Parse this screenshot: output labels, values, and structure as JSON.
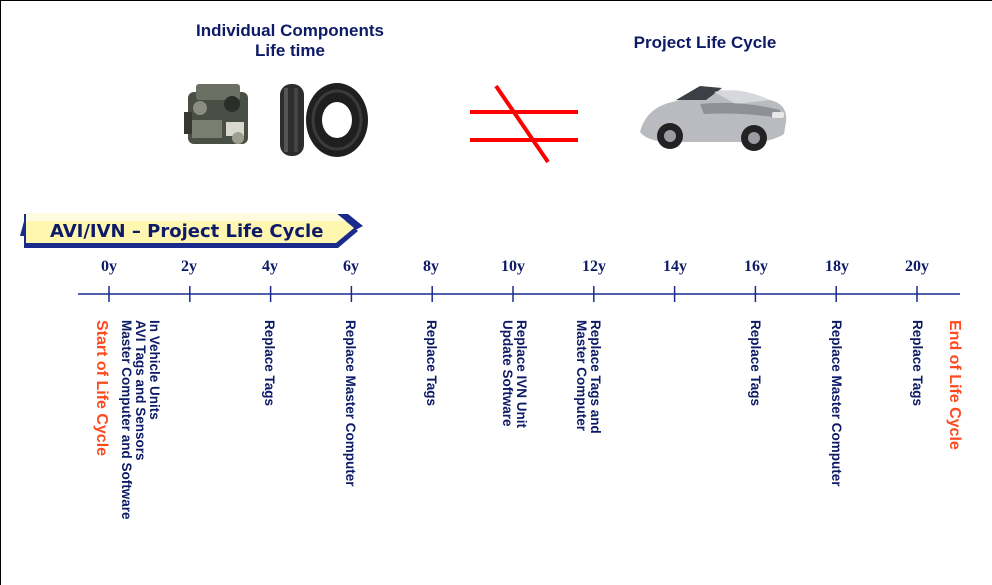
{
  "header": {
    "components_title": "Individual Components\nLife time",
    "project_title": "Project Life Cycle"
  },
  "illustrations": {
    "engine": "engine-icon",
    "tire": "tire-icon",
    "not_equal": "not-equal-icon",
    "car": "car-icon"
  },
  "banner": {
    "label": "AVI/IVN – Project Life Cycle"
  },
  "timeline": {
    "years": [
      "0y",
      "2y",
      "4y",
      "6y",
      "8y",
      "10y",
      "12y",
      "14y",
      "16y",
      "18y",
      "20y"
    ],
    "events": [
      {
        "id": "start",
        "text": "Start of Life Cycle"
      },
      {
        "id": "y0",
        "text": "In Vehicle Units\nAVI Tags and Sensors\nMaster Computer and Software"
      },
      {
        "id": "y4",
        "text": "Replace Tags"
      },
      {
        "id": "y6",
        "text": "Replace Master Computer"
      },
      {
        "id": "y8",
        "text": "Replace Tags"
      },
      {
        "id": "y10",
        "text": "Replace IVN Unit\nUpdate Software"
      },
      {
        "id": "y12",
        "text": "Replace Tags and\nMaster Computer"
      },
      {
        "id": "y16",
        "text": "Replace Tags"
      },
      {
        "id": "y18",
        "text": "Replace Master Computer"
      },
      {
        "id": "y20",
        "text": "Replace Tags"
      },
      {
        "id": "end",
        "text": "End of Life Cycle"
      }
    ]
  },
  "colors": {
    "title": "#0d1a66",
    "accent": "#ff4a1f",
    "not_equal": "#ff0000",
    "banner_fill": "#fff6b0",
    "banner_border": "#1a2a8c"
  }
}
